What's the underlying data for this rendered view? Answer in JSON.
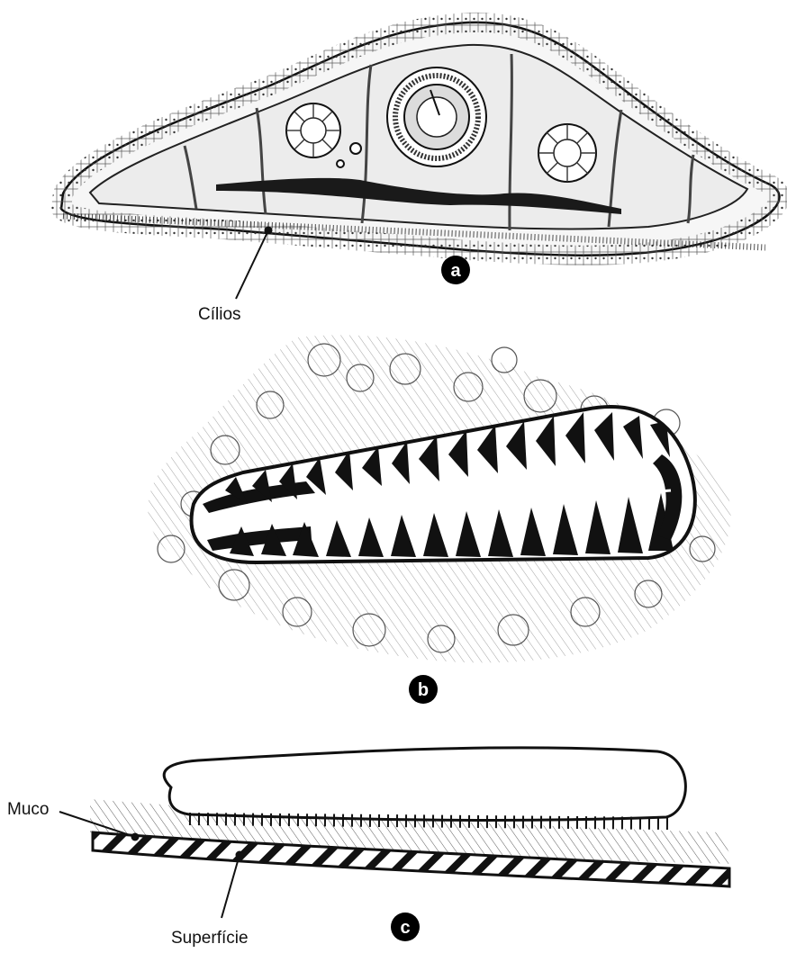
{
  "labels": {
    "cilia": "Cílios",
    "mucus": "Muco",
    "surface": "Superfície"
  },
  "panels": {
    "a": "a",
    "b": "b",
    "c": "c"
  },
  "colors": {
    "ink": "#111111",
    "tissue": "#f4f4f4",
    "badge": "#000000"
  }
}
